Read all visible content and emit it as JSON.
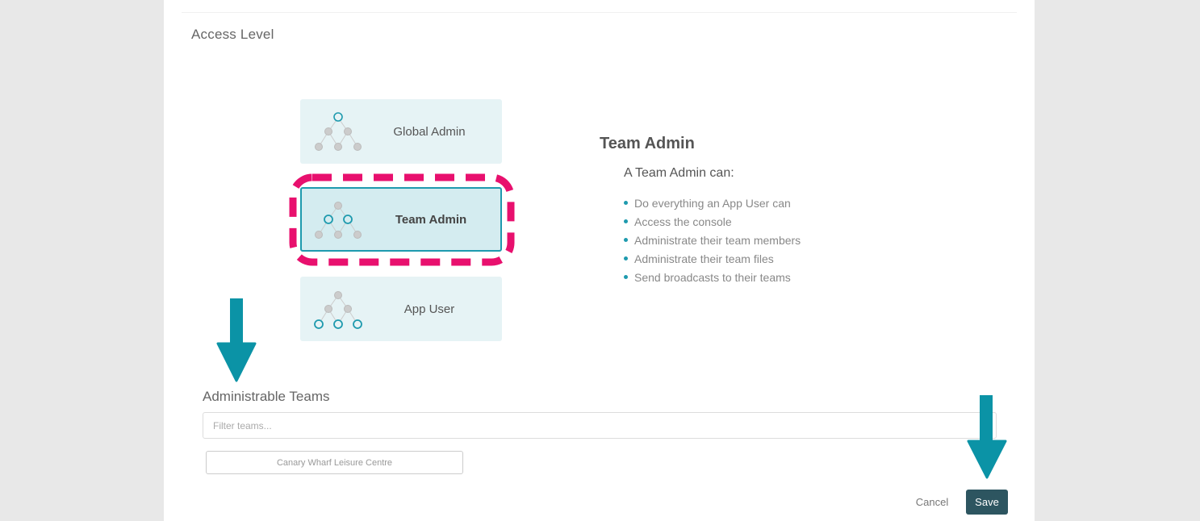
{
  "section": {
    "title": "Access Level"
  },
  "levels": [
    {
      "label": "Global Admin",
      "selected": false
    },
    {
      "label": "Team Admin",
      "selected": true
    },
    {
      "label": "App User",
      "selected": false
    }
  ],
  "details": {
    "title": "Team Admin",
    "subtitle": "A Team Admin can:",
    "items": [
      "Do everything an App User can",
      "Access the console",
      "Administrate their team members",
      "Administrate their team files",
      "Send broadcasts to their teams"
    ]
  },
  "teams": {
    "title": "Administrable Teams",
    "filter_placeholder": "Filter teams...",
    "chips": [
      "Canary Wharf Leisure Centre"
    ]
  },
  "actions": {
    "cancel_label": "Cancel",
    "save_label": "Save"
  },
  "colors": {
    "accent": "#1e9aae",
    "highlight": "#e8106e",
    "save_button": "#2d5560",
    "arrow": "#0b93a6"
  }
}
